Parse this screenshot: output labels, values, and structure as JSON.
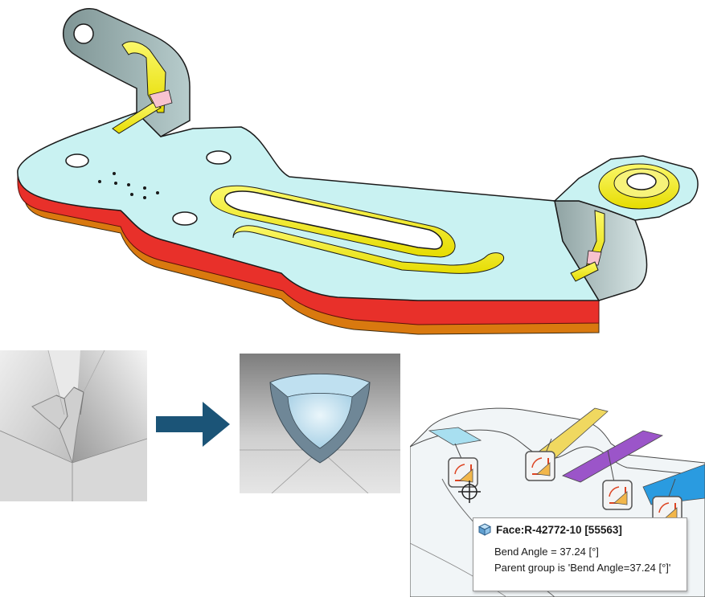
{
  "tooltip": {
    "title": "Face:R-42772-10 [55563]",
    "line1": "Bend Angle = 37.24 [°]",
    "line2": "Parent group is 'Bend Angle=37.24 [°]'"
  },
  "colors": {
    "part_face": "#c9f2f2",
    "flange_face": "#8ea4a4",
    "edge_red": "#e8302a",
    "edge_orange": "#d9790f",
    "bend_yellow": "#f3ee1a",
    "bend_purple": "#9b55c9",
    "bend_blue": "#2a9be0",
    "bend_light_blue": "#a8dff0",
    "arrow": "#1b5477"
  },
  "icons": [
    "bend-angle-icon",
    "cube-face-icon",
    "arrow-right-icon",
    "crosshair-cursor-icon"
  ]
}
